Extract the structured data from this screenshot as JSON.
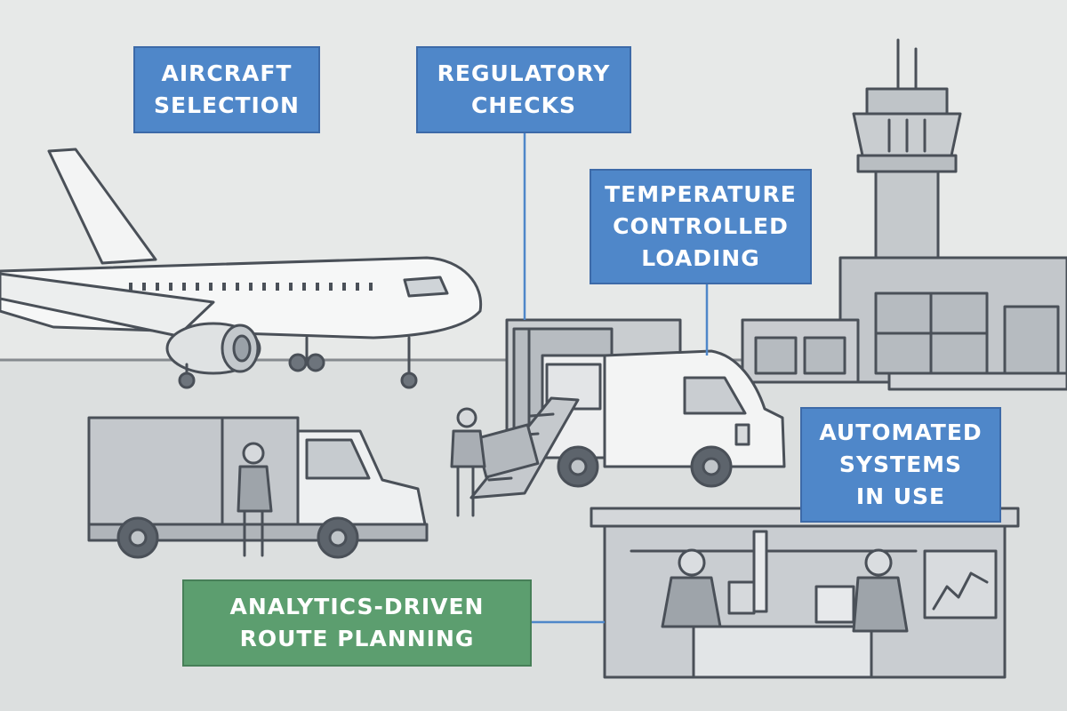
{
  "labels": {
    "aircraft_selection": "AIRCRAFT\nSELECTION",
    "regulatory_checks": "REGULATORY\nCHECKS",
    "temperature_controlled_loading": "TEMPERATURE\nCONTROLLED\nLOADING",
    "automated_systems": "AUTOMATED\nSYSTEMS\nIN USE",
    "analytics_route_planning": "ANALYTICS-DRIVEN\nROUTE PLANNING"
  },
  "colors": {
    "background": "#e7e9e8",
    "tarmac": "#d9dcdc",
    "line_art": "#4a5058",
    "label_blue": "#4f87c9",
    "label_green": "#5c9e6f",
    "connector": "#4f87c9"
  },
  "icons": [
    "airplane-icon",
    "control-tower-icon",
    "terminal-building-icon",
    "delivery-truck-icon",
    "refrigerated-van-icon",
    "ground-worker-icon",
    "office-workers-icon",
    "analytics-chart-icon"
  ]
}
